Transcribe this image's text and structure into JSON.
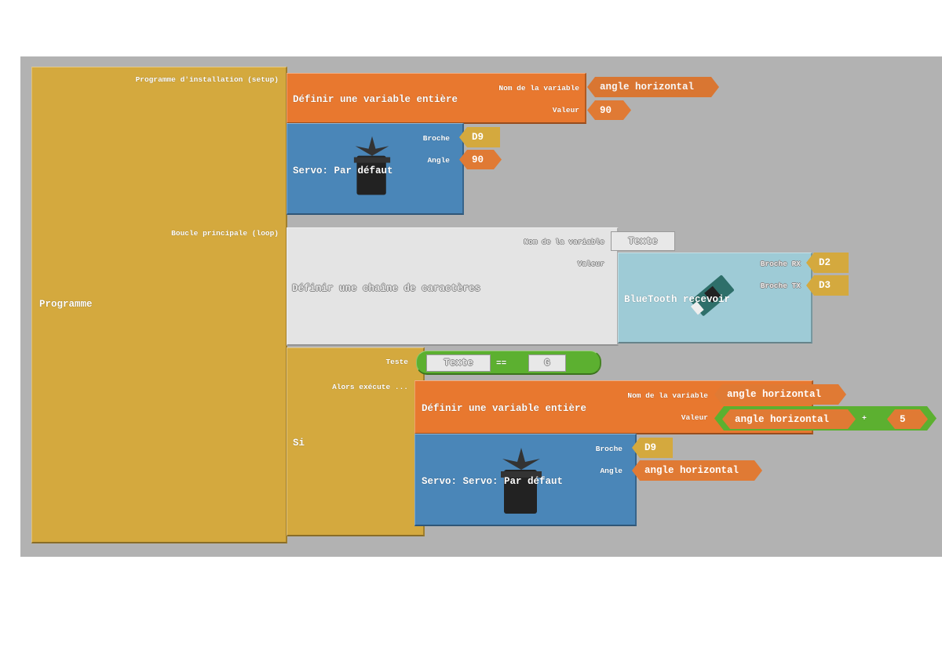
{
  "program": {
    "label": "Programme",
    "setup_label": "Programme d'installation (setup)",
    "loop_label": "Boucle principale (loop)"
  },
  "setup": {
    "set_int": {
      "title": "Définir une variable entière",
      "name_label": "Nom de la variable",
      "value_label": "Valeur",
      "name": "angle horizontal",
      "value": "90"
    },
    "servo": {
      "title": "Servo: Par défaut",
      "pin_label": "Broche",
      "angle_label": "Angle",
      "pin": "D9",
      "angle": "90"
    }
  },
  "loop": {
    "set_string": {
      "title": "Définir une chaîne de caractères",
      "name_label": "Nom de la variable",
      "value_label": "Valeur",
      "name": "Texte"
    },
    "bluetooth": {
      "title": "BlueTooth recevoir",
      "rx_label": "Broche RX",
      "tx_label": "Broche TX",
      "rx": "D2",
      "tx": "D3"
    },
    "if": {
      "title": "Si",
      "test_label": "Teste",
      "then_label": "Alors exécute ...",
      "compare": {
        "left": "Texte",
        "op": "==",
        "right": "G"
      },
      "set_int": {
        "title": "Définir une variable entière",
        "name_label": "Nom de la variable",
        "value_label": "Valeur",
        "name": "angle horizontal",
        "expr": {
          "left": "angle horizontal",
          "op": "+",
          "right": "5"
        }
      },
      "servo": {
        "title": "Servo: Servo: Par défaut",
        "pin_label": "Broche",
        "angle_label": "Angle",
        "pin": "D9",
        "angle": "angle horizontal"
      }
    }
  },
  "colors": {
    "control": "#d4a93e",
    "variable": "#e8782f",
    "servo": "#4a86b8",
    "string": "#e4e4e4",
    "bluetooth": "#9ecbd6",
    "logic": "#5cb030",
    "canvas": "#b2b2b2"
  }
}
